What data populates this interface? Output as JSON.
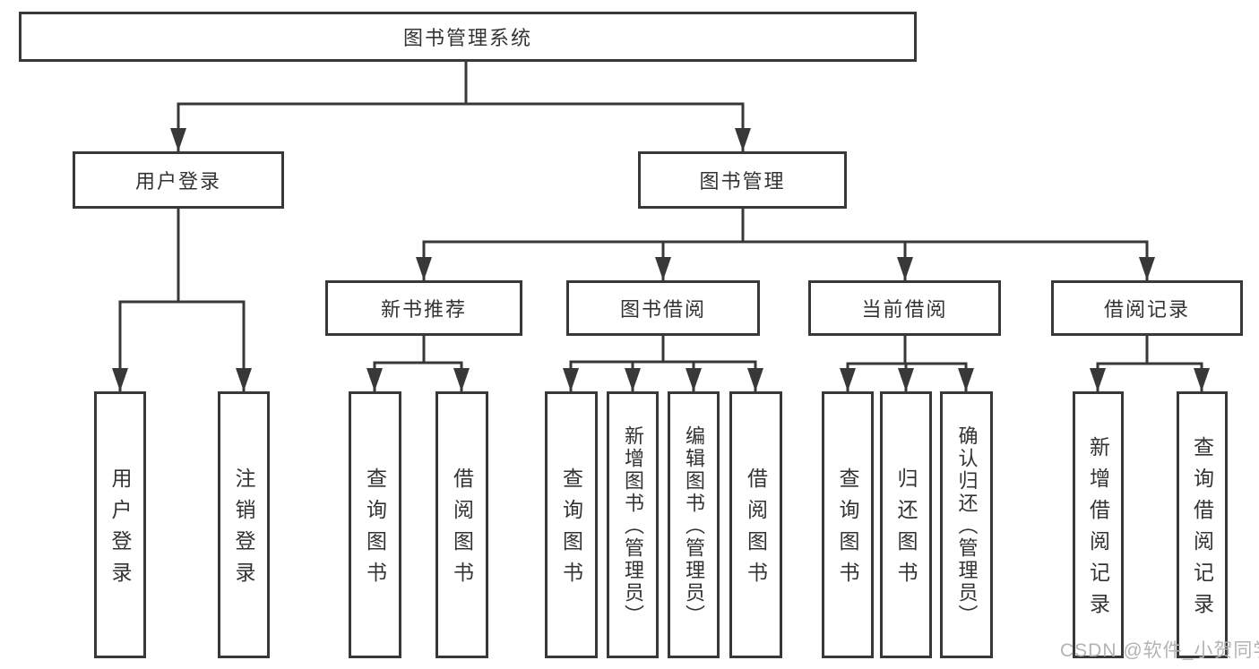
{
  "diagram": {
    "root": {
      "label": "图书管理系统"
    },
    "children": [
      {
        "label": "用户登录",
        "children": [
          {
            "label": "用户登录"
          },
          {
            "label": "注销登录"
          }
        ]
      },
      {
        "label": "图书管理",
        "children": [
          {
            "label": "新书推荐",
            "children": [
              {
                "label": "查询图书"
              },
              {
                "label": "借阅图书"
              }
            ]
          },
          {
            "label": "图书借阅",
            "children": [
              {
                "label": "查询图书"
              },
              {
                "label": "新增图书（管理员）"
              },
              {
                "label": "编辑图书（管理员）"
              },
              {
                "label": "借阅图书"
              }
            ]
          },
          {
            "label": "当前借阅",
            "children": [
              {
                "label": "查询图书"
              },
              {
                "label": "归还图书"
              },
              {
                "label": "确认归还（管理员）"
              }
            ]
          },
          {
            "label": "借阅记录",
            "children": [
              {
                "label": "新增借阅记录"
              },
              {
                "label": "查询借阅记录"
              }
            ]
          }
        ]
      }
    ]
  },
  "watermark": {
    "text": "CSDN @软件_小贺同学"
  },
  "colors": {
    "line": "#383838",
    "box_border": "#383838",
    "text": "#333333",
    "watermark": "#b3b3b3",
    "background": "#ffffff"
  }
}
